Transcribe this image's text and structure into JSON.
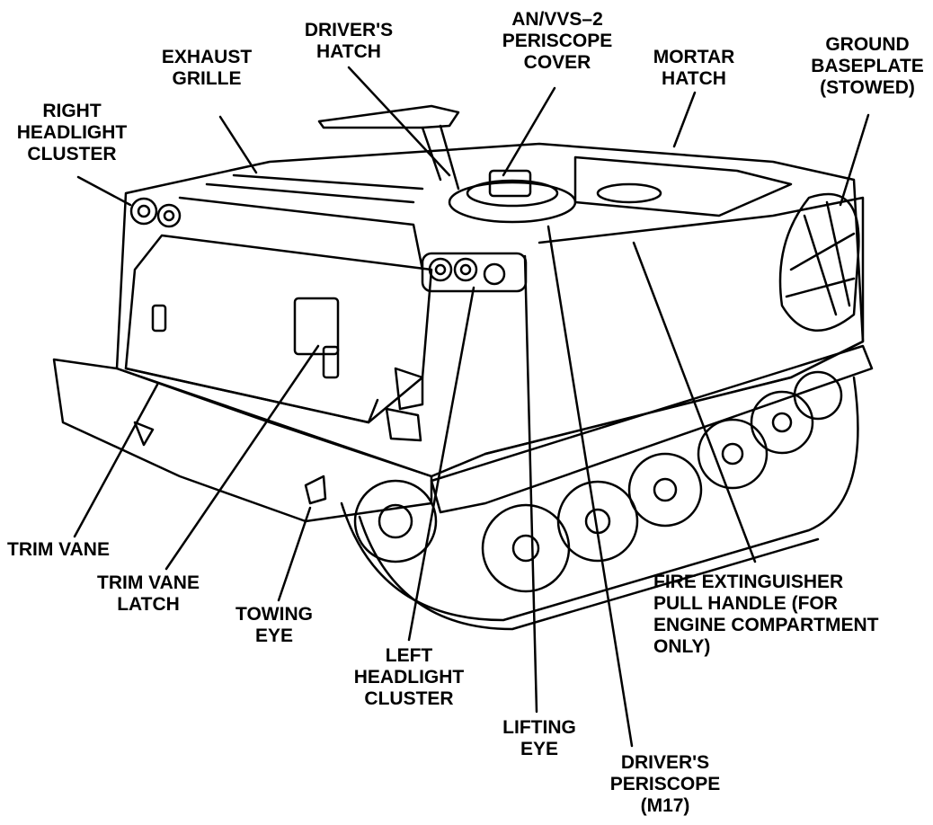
{
  "labels": {
    "drivers_hatch": [
      "DRIVER'S",
      "HATCH"
    ],
    "periscope_cover": [
      "AN/VVS–2",
      "PERISCOPE",
      "COVER"
    ],
    "exhaust_grille": [
      "EXHAUST",
      "GRILLE"
    ],
    "mortar_hatch": [
      "MORTAR",
      "HATCH"
    ],
    "ground_baseplate": [
      "GROUND",
      "BASEPLATE",
      "(STOWED)"
    ],
    "right_headlight": [
      "RIGHT",
      "HEADLIGHT",
      "CLUSTER"
    ],
    "trim_vane": [
      "TRIM VANE"
    ],
    "trim_vane_latch": [
      "TRIM VANE",
      "LATCH"
    ],
    "towing_eye": [
      "TOWING",
      "EYE"
    ],
    "left_headlight": [
      "LEFT",
      "HEADLIGHT",
      "CLUSTER"
    ],
    "lifting_eye": [
      "LIFTING",
      "EYE"
    ],
    "drivers_periscope": [
      "DRIVER'S",
      "PERISCOPE",
      "(M17)"
    ],
    "fire_extinguisher": [
      "FIRE EXTINGUISHER",
      "PULL HANDLE (FOR",
      "ENGINE COMPARTMENT",
      "ONLY)"
    ]
  }
}
